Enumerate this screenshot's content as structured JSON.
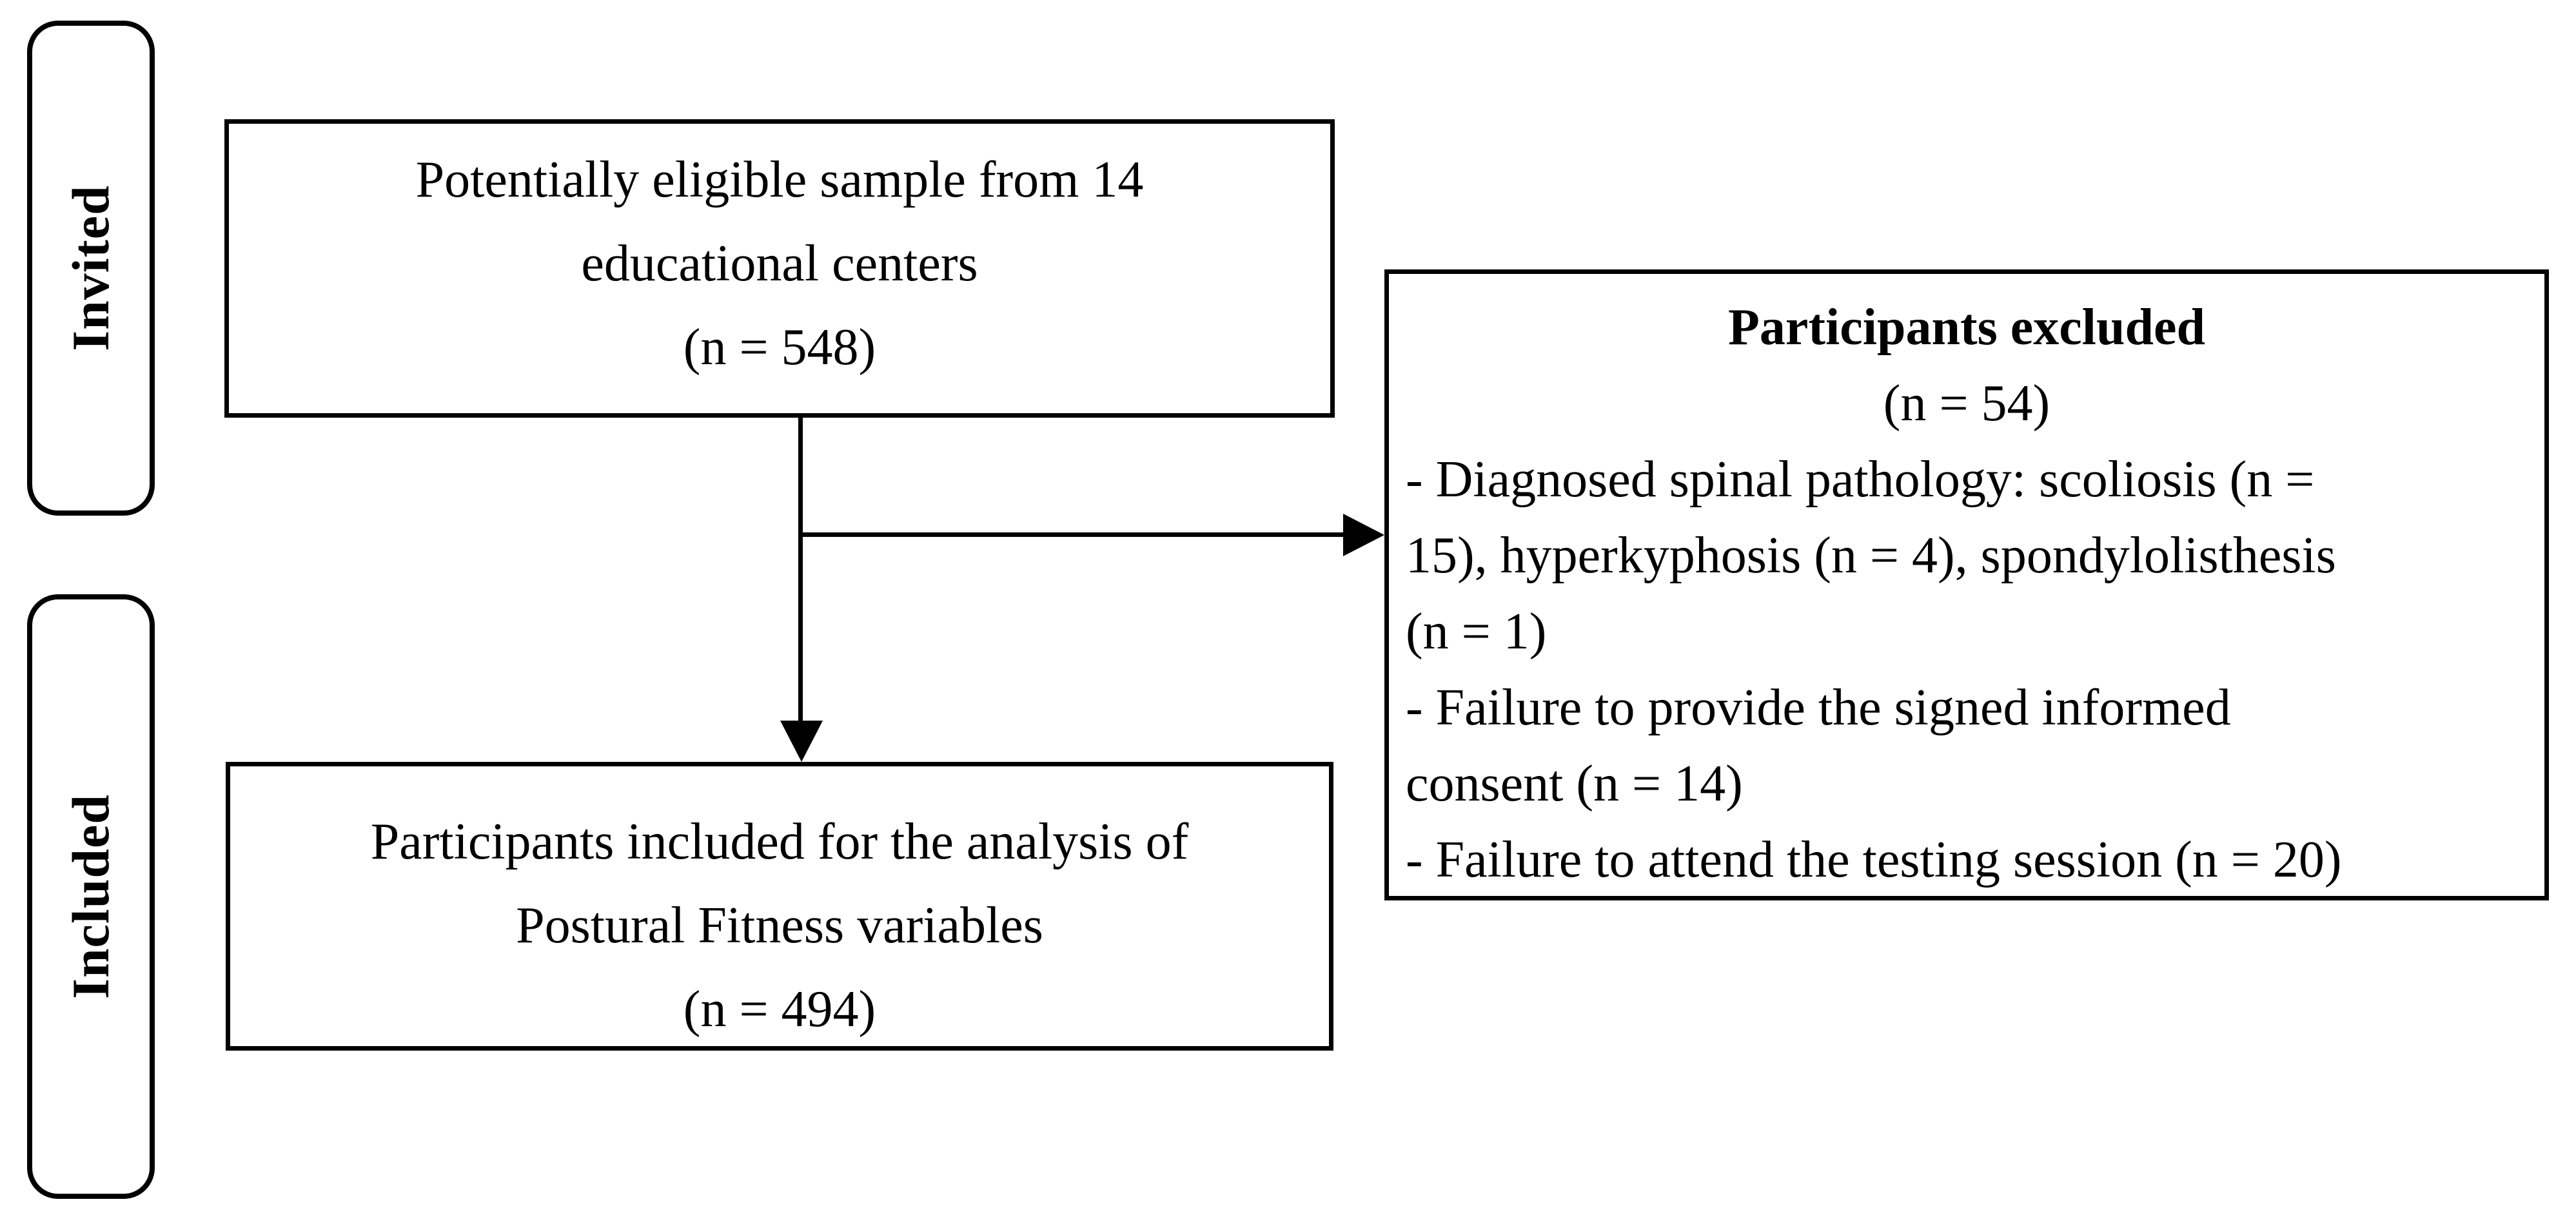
{
  "diagram": {
    "stage_labels": [
      {
        "id": "invited",
        "label": "Invited"
      },
      {
        "id": "included",
        "label": "Included"
      }
    ],
    "boxes": {
      "eligible": {
        "lines": [
          "Potentially eligible sample from 14",
          "educational centers",
          "(n = 548)"
        ]
      },
      "included": {
        "lines": [
          "Participants included for the analysis of",
          "Postural Fitness variables",
          "(n = 494)"
        ]
      },
      "excluded": {
        "title": "Participants excluded",
        "subtitle": "(n = 54)",
        "bullet_lines": [
          "- Diagnosed spinal pathology: scoliosis (n =",
          "15), hyperkyphosis (n = 4), spondylolisthesis",
          "(n = 1)",
          "- Failure to provide the signed informed",
          "consent (n = 14)",
          "- Failure to attend the testing session (n = 20)"
        ]
      }
    },
    "colors": {
      "line": "#000000",
      "background": "#ffffff",
      "text": "#000000"
    }
  }
}
